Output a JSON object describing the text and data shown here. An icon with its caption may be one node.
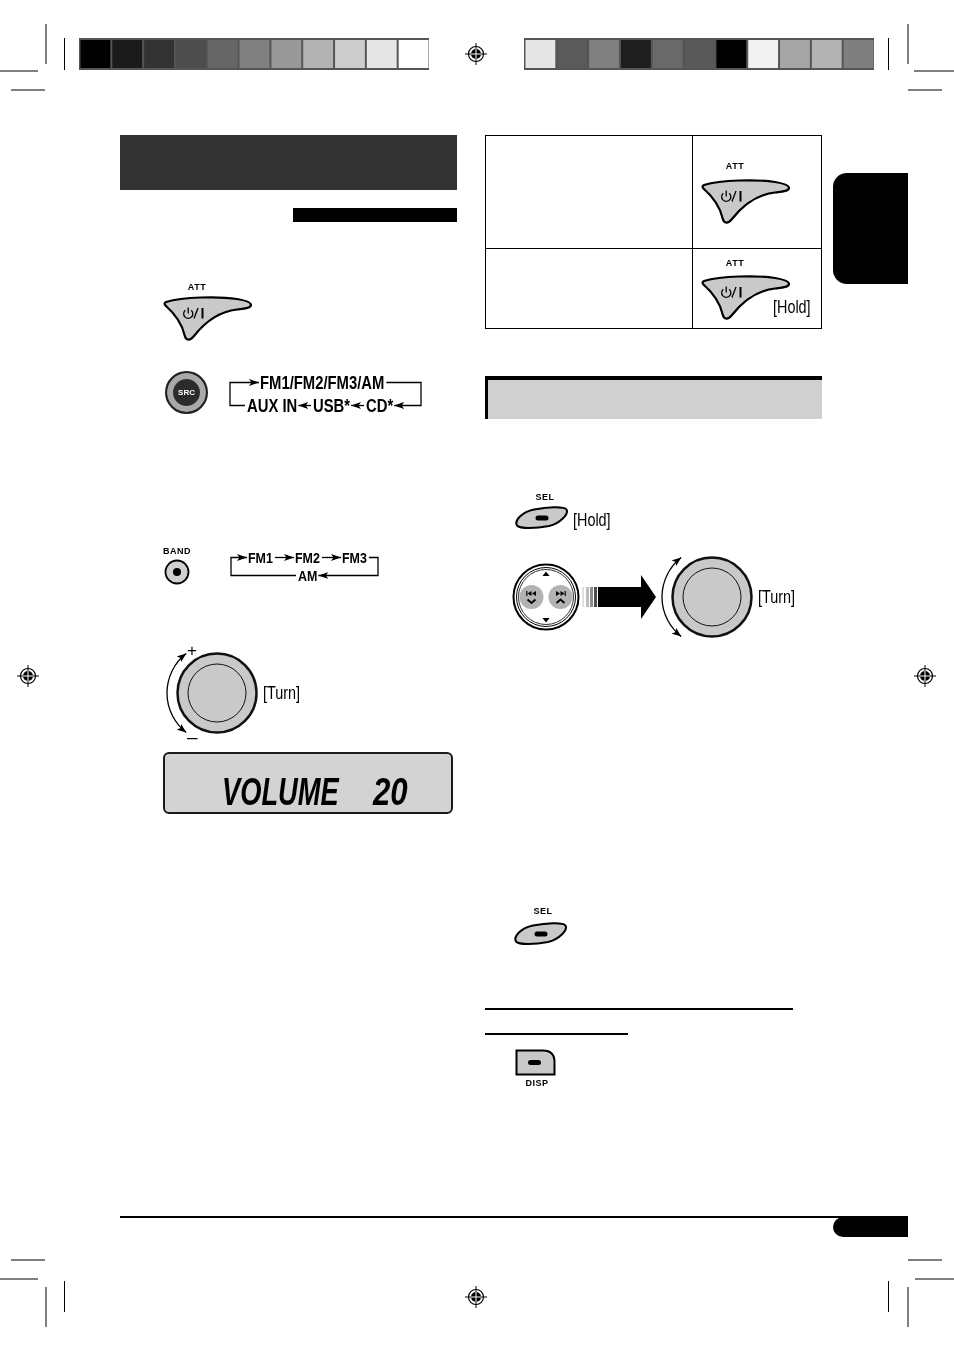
{
  "diagram": {
    "nodes": [
      {
        "text": [],
        "shape": "bar"
      },
      {
        "text": [],
        "shape": "bar"
      },
      {
        "text": [
          "FM1/FM2/FM3/AM"
        ]
      },
      {
        "text": [
          "AUX IN"
        ]
      },
      {
        "text": [
          "USB*"
        ]
      },
      {
        "text": [
          "CD*"
        ]
      },
      {
        "text": [
          "FM1"
        ]
      },
      {
        "text": [
          "FM2"
        ]
      },
      {
        "text": [
          "FM3"
        ]
      },
      {
        "text": [
          "AM"
        ]
      },
      {
        "text": [],
        "shape": "tab"
      },
      {
        "text": [],
        "shape": "bar"
      },
      {
        "text": [],
        "shape": "picture"
      },
      {
        "text": [],
        "shape": "picture",
        "beside": [
          "[Turn]"
        ]
      },
      {
        "text": [],
        "shape": "tab"
      }
    ],
    "edges": [
      {
        "from": 2,
        "to": 5,
        "arrow": "to"
      },
      {
        "from": 5,
        "to": 4,
        "arrow": "to"
      },
      {
        "from": 4,
        "to": 3,
        "arrow": "to"
      },
      {
        "from": 3,
        "to": 2,
        "arrow": "to"
      },
      {
        "from": 6,
        "to": 7,
        "arrow": "to"
      },
      {
        "from": 7,
        "to": 8,
        "arrow": "to"
      },
      {
        "from": 8,
        "to": 9,
        "arrow": "to"
      },
      {
        "from": 9,
        "to": 6,
        "arrow": "to"
      },
      {
        "from": 12,
        "to": 13,
        "arrow": "to",
        "style": "thick"
      }
    ],
    "labels": [
      "ATT",
      "SRC",
      "BAND",
      "+",
      "[Turn]",
      "–",
      "VOLUME",
      "20",
      "ATT",
      "ATT",
      "[Hold]",
      "SEL",
      "[Hold]",
      "SEL",
      "DISP"
    ]
  }
}
